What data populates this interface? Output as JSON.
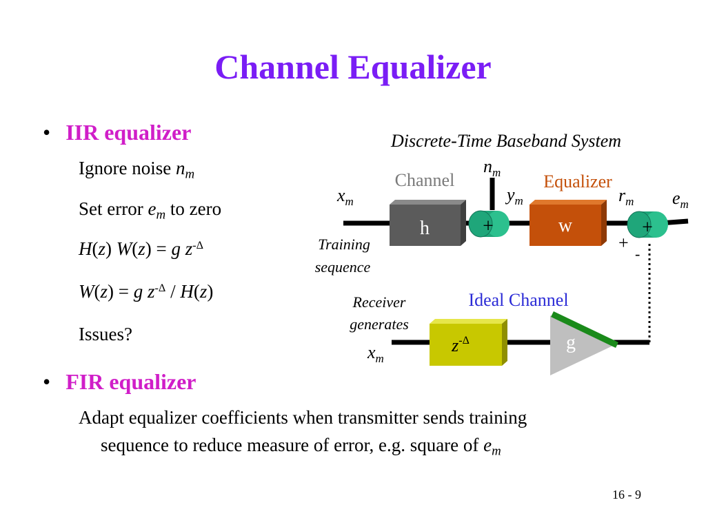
{
  "slide": {
    "title": "Channel Equalizer",
    "page_number": "16 - 9"
  },
  "iir": {
    "heading": "IIR equalizer",
    "line1_text": "Ignore noise ",
    "line1_var": "n",
    "line1_sub": "m",
    "line2_text": "Set error ",
    "line2_var": "e",
    "line2_sub": "m",
    "line2_end": " to zero",
    "eq1": {
      "H": "H",
      "z1": "z",
      "W": "W",
      "z2": "z",
      "eq": " = ",
      "g": "g",
      "z3": "z",
      "exp": "-Δ"
    },
    "eq2": {
      "W": "W",
      "z1": "z",
      "eq": " = ",
      "g": "g",
      "z2": "z",
      "exp": "-Δ",
      "slash": " / ",
      "H": "H",
      "z3": "z"
    },
    "issues": "Issues?"
  },
  "fir": {
    "heading": "FIR equalizer",
    "desc_line1": "Adapt equalizer coefficients when transmitter sends training",
    "desc_line2": "sequence to reduce measure of error, e.g. square of ",
    "desc_var": "e",
    "desc_sub": "m"
  },
  "diagram": {
    "title": "Discrete-Time Baseband System",
    "channel_label": "Channel",
    "channel_block": "h",
    "equalizer_label": "Equalizer",
    "equalizer_block": "w",
    "ideal_channel_label": "Ideal Channel",
    "delay_block_var": "z",
    "delay_block_exp": "-Δ",
    "gain_block": "g",
    "adder1_sign": "+",
    "adder2_sign": "+",
    "plus_input": "+",
    "minus_input": "-",
    "training": "Training",
    "sequence": "sequence",
    "receiver": "Receiver",
    "generates": "generates",
    "x_var": "x",
    "n_var": "n",
    "y_var": "y",
    "r_var": "r",
    "e_var": "e",
    "sub_m": "m",
    "colors": {
      "title": "#7a1df5",
      "bullet": "#d01ec8",
      "channel_block": "#5b5b5b",
      "equalizer_block": "#c4500a",
      "delay_block": "#c8c800",
      "gain_block": "#bfbfbf",
      "gain_edge": "#1a8a1a",
      "adder": "#1fa67a",
      "ideal_channel_label": "#2b2bd6",
      "equalizer_label": "#c4500a",
      "channel_label": "#7a7a7a"
    }
  }
}
